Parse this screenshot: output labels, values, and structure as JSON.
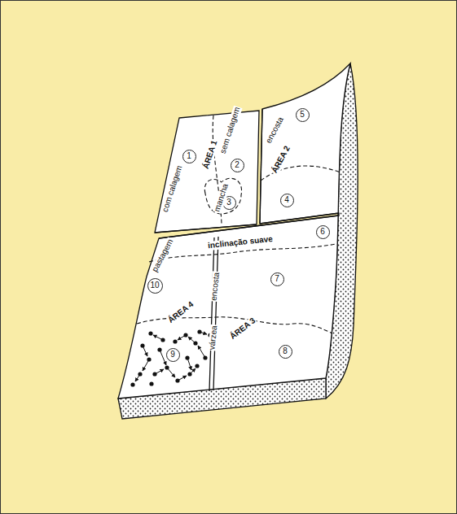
{
  "diagram": {
    "nodes": [
      {
        "text": [
          "1"
        ]
      },
      {
        "text": [
          "2"
        ]
      },
      {
        "text": [
          "3"
        ]
      },
      {
        "text": [
          "4"
        ]
      },
      {
        "text": [
          "5"
        ]
      },
      {
        "text": [
          "6"
        ]
      },
      {
        "text": [
          "7"
        ]
      },
      {
        "text": [
          "8"
        ]
      },
      {
        "text": [
          "9"
        ]
      },
      {
        "text": [
          "10"
        ]
      }
    ],
    "labels": [
      "com calagem",
      "sem calagem",
      "ÁREA 1",
      "mancha",
      "encosta",
      "ÁREA 2",
      "inclinação suave",
      "pastagem",
      "encosta",
      "ÁREA 4",
      "várzea",
      "ÁREA 3"
    ]
  }
}
